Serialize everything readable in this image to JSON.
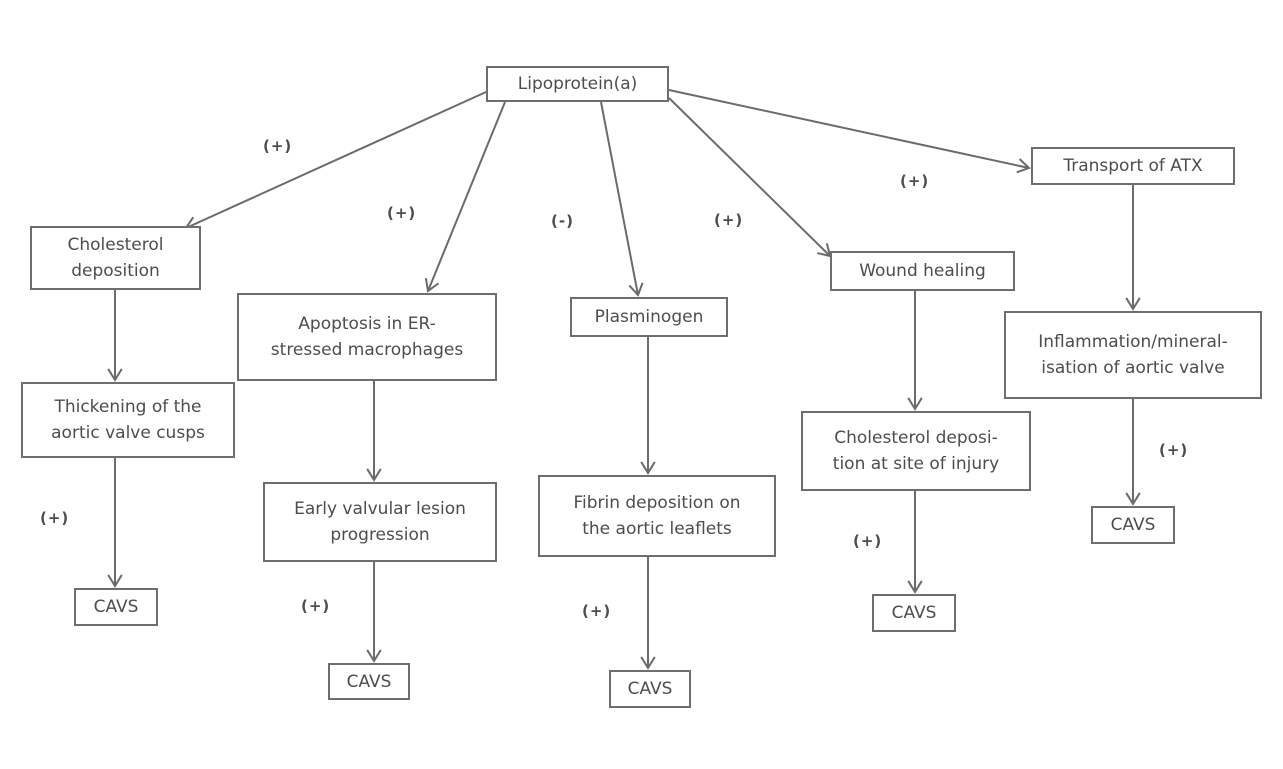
{
  "diagram": {
    "root": {
      "id": "lpa",
      "label": "Lipoprotein(a)"
    },
    "nodes": [
      {
        "id": "chol",
        "label": "Cholesterol\ndeposition"
      },
      {
        "id": "thick",
        "label": "Thickening of the\naortic valve cusps"
      },
      {
        "id": "cavs1",
        "label": "CAVS"
      },
      {
        "id": "apop",
        "label": "Apoptosis in ER-\nstressed macrophages"
      },
      {
        "id": "early",
        "label": "Early valvular lesion\nprogression"
      },
      {
        "id": "cavs2",
        "label": "CAVS"
      },
      {
        "id": "plasm",
        "label": "Plasminogen"
      },
      {
        "id": "fibrin",
        "label": "Fibrin deposition on\nthe aortic leaflets"
      },
      {
        "id": "cavs3",
        "label": "CAVS"
      },
      {
        "id": "wound",
        "label": "Wound healing"
      },
      {
        "id": "cholinj",
        "label": "Cholesterol deposi-\ntion at site of injury"
      },
      {
        "id": "cavs4",
        "label": "CAVS"
      },
      {
        "id": "atx",
        "label": "Transport of ATX"
      },
      {
        "id": "infl",
        "label": "Inflammation/mineral-\nisation of aortic valve"
      },
      {
        "id": "cavs5",
        "label": "CAVS"
      }
    ],
    "edges": [
      {
        "from": "lpa",
        "to": "chol",
        "sign": "(+)"
      },
      {
        "from": "lpa",
        "to": "apop",
        "sign": "(+)"
      },
      {
        "from": "lpa",
        "to": "plasm",
        "sign": "(-)"
      },
      {
        "from": "lpa",
        "to": "wound",
        "sign": "(+)"
      },
      {
        "from": "lpa",
        "to": "atx",
        "sign": "(+)"
      },
      {
        "from": "chol",
        "to": "thick",
        "sign": ""
      },
      {
        "from": "thick",
        "to": "cavs1",
        "sign": "(+)"
      },
      {
        "from": "apop",
        "to": "early",
        "sign": ""
      },
      {
        "from": "early",
        "to": "cavs2",
        "sign": "(+)"
      },
      {
        "from": "plasm",
        "to": "fibrin",
        "sign": ""
      },
      {
        "from": "fibrin",
        "to": "cavs3",
        "sign": "(+)"
      },
      {
        "from": "wound",
        "to": "cholinj",
        "sign": ""
      },
      {
        "from": "cholinj",
        "to": "cavs4",
        "sign": "(+)"
      },
      {
        "from": "atx",
        "to": "infl",
        "sign": ""
      },
      {
        "from": "infl",
        "to": "cavs5",
        "sign": "(+)"
      }
    ]
  }
}
